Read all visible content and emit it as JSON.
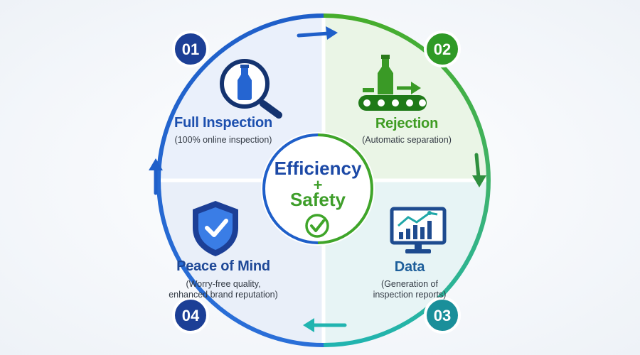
{
  "center": {
    "line1": "Efficiency",
    "plus": "+",
    "line2": "Safety"
  },
  "steps": [
    {
      "number": "01",
      "title": "Full Inspection",
      "subtitle": "(100% online inspection)",
      "icon": "magnifier-bottle-icon"
    },
    {
      "number": "02",
      "title": "Rejection",
      "subtitle": "(Automatic separation)",
      "icon": "conveyor-bottle-icon"
    },
    {
      "number": "03",
      "title": "Data",
      "subtitle_lines": [
        "(Generation of",
        "inspection reports)"
      ],
      "icon": "monitor-chart-icon"
    },
    {
      "number": "04",
      "title": "Peace of Mind",
      "subtitle_lines": [
        "(Worry-free quality,",
        "enhanced brand reputation)"
      ],
      "icon": "shield-check-icon"
    }
  ],
  "colors": {
    "blue": "#1f5fc9",
    "green": "#3fa52a",
    "teal": "#21b4b0",
    "navy": "#1c3f96"
  }
}
